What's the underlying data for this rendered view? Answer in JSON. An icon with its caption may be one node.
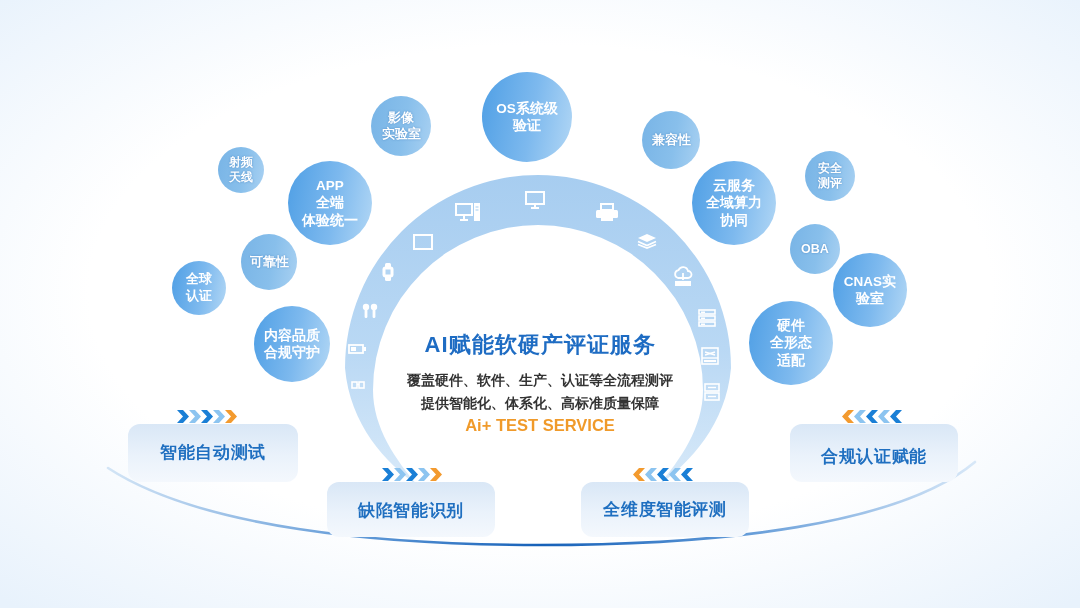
{
  "diagram": {
    "title": "AI赋能软硬产评证服务",
    "nodes": [
      {
        "text": [
          "影像实验室"
        ]
      },
      {
        "text": [
          "OS系统级验证"
        ]
      },
      {
        "text": [
          "兼容性"
        ]
      },
      {
        "text": [
          "射频天线"
        ]
      },
      {
        "text": [
          "APP全端体验统一"
        ]
      },
      {
        "text": [
          "云服务全域算力协同"
        ]
      },
      {
        "text": [
          "安全测评"
        ]
      },
      {
        "text": [
          "全球认证"
        ]
      },
      {
        "text": [
          "可靠性"
        ]
      },
      {
        "text": [
          "OBA"
        ]
      },
      {
        "text": [
          "CNAS实验室"
        ]
      },
      {
        "text": [
          "内容品质合规守护"
        ]
      },
      {
        "text": [
          "硬件全形态适配"
        ]
      },
      {
        "text": [
          "智能自动测试"
        ]
      },
      {
        "text": [
          "合规认证赋能"
        ]
      },
      {
        "text": [
          "缺陷智能识别"
        ]
      },
      {
        "text": [
          "全维度智能评测"
        ]
      }
    ],
    "labels": [
      "覆盖硬件、软件、生产、认证等全流程测评",
      "提供智能化、体系化、高标准质量保障",
      "Ai+ TEST SERVICE"
    ]
  }
}
